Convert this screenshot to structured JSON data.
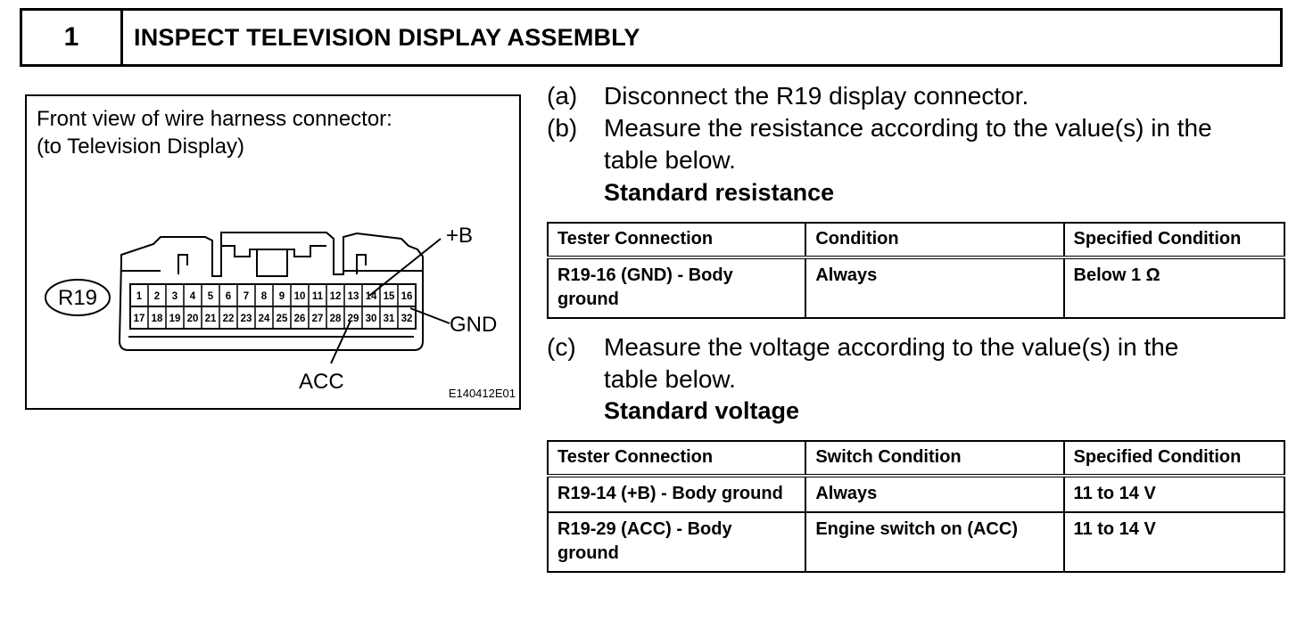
{
  "header": {
    "number": "1",
    "title": "INSPECT TELEVISION DISPLAY ASSEMBLY"
  },
  "figure": {
    "caption_line1": "Front view of wire harness connector:",
    "caption_line2": "(to Television Display)",
    "connector_id": "R19",
    "pins_top": [
      "1",
      "2",
      "3",
      "4",
      "5",
      "6",
      "7",
      "8",
      "9",
      "10",
      "11",
      "12",
      "13",
      "14",
      "15",
      "16"
    ],
    "pins_bottom": [
      "17",
      "18",
      "19",
      "20",
      "21",
      "22",
      "23",
      "24",
      "25",
      "26",
      "27",
      "28",
      "29",
      "30",
      "31",
      "32"
    ],
    "callouts": {
      "plus_b": "+B",
      "gnd": "GND",
      "acc": "ACC"
    },
    "image_code": "E140412E01"
  },
  "steps": {
    "a": {
      "label": "(a)",
      "text": "Disconnect the R19 display connector."
    },
    "b": {
      "label": "(b)",
      "text_line1": "Measure the resistance according to the value(s) in the",
      "text_line2": "table below.",
      "subheading": "Standard resistance"
    },
    "c": {
      "label": "(c)",
      "text_line1": "Measure the voltage according to the value(s) in the",
      "text_line2": "table below.",
      "subheading": "Standard voltage"
    }
  },
  "resistance_table": {
    "headers": [
      "Tester Connection",
      "Condition",
      "Specified Condition"
    ],
    "rows": [
      {
        "connection": "R19-16 (GND) - Body ground",
        "condition": "Always",
        "specified": "Below 1 Ω"
      }
    ]
  },
  "voltage_table": {
    "headers": [
      "Tester Connection",
      "Switch Condition",
      "Specified Condition"
    ],
    "rows": [
      {
        "connection": "R19-14 (+B) - Body ground",
        "condition": "Always",
        "specified": "11 to 14 V"
      },
      {
        "connection": "R19-29 (ACC) - Body ground",
        "condition": "Engine switch on (ACC)",
        "specified": "11 to 14 V"
      }
    ]
  }
}
